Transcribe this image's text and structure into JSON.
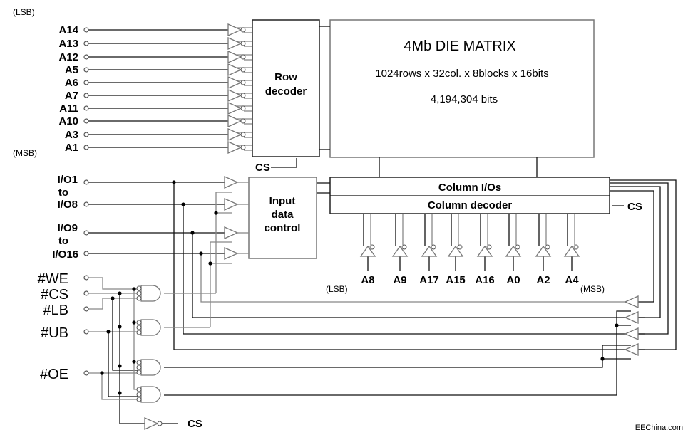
{
  "row_address": {
    "lsb_label": "(LSB)",
    "msb_label": "(MSB)",
    "pins": [
      "A14",
      "A13",
      "A12",
      "A5",
      "A6",
      "A7",
      "A11",
      "A10",
      "A3",
      "A1"
    ]
  },
  "row_decoder": {
    "line1": "Row",
    "line2": "decoder",
    "cs_label": "CS"
  },
  "matrix": {
    "title": "4Mb DIE MATRIX",
    "organization": "1024rows x 32col. x 8blocks x 16bits",
    "bits": "4,194,304 bits"
  },
  "column": {
    "io_label": "Column I/Os",
    "decoder_label": "Column decoder",
    "cs_label": "CS",
    "lsb_label": "(LSB)",
    "msb_label": "(MSB)",
    "pins": [
      "A8",
      "A9",
      "A17",
      "A15",
      "A16",
      "A0",
      "A2",
      "A4"
    ]
  },
  "io": {
    "low_start": "I/O1",
    "low_to": "to",
    "low_end": "I/O8",
    "high_start": "I/O9",
    "high_to": "to",
    "high_end": "I/O16"
  },
  "input_data_control": {
    "line1": "Input",
    "line2": "data",
    "line3": "control"
  },
  "control_pins": [
    "#WE",
    "#CS",
    "#LB",
    "#UB",
    "#OE"
  ],
  "cs_output_label": "CS",
  "watermark": "EEChina.com"
}
